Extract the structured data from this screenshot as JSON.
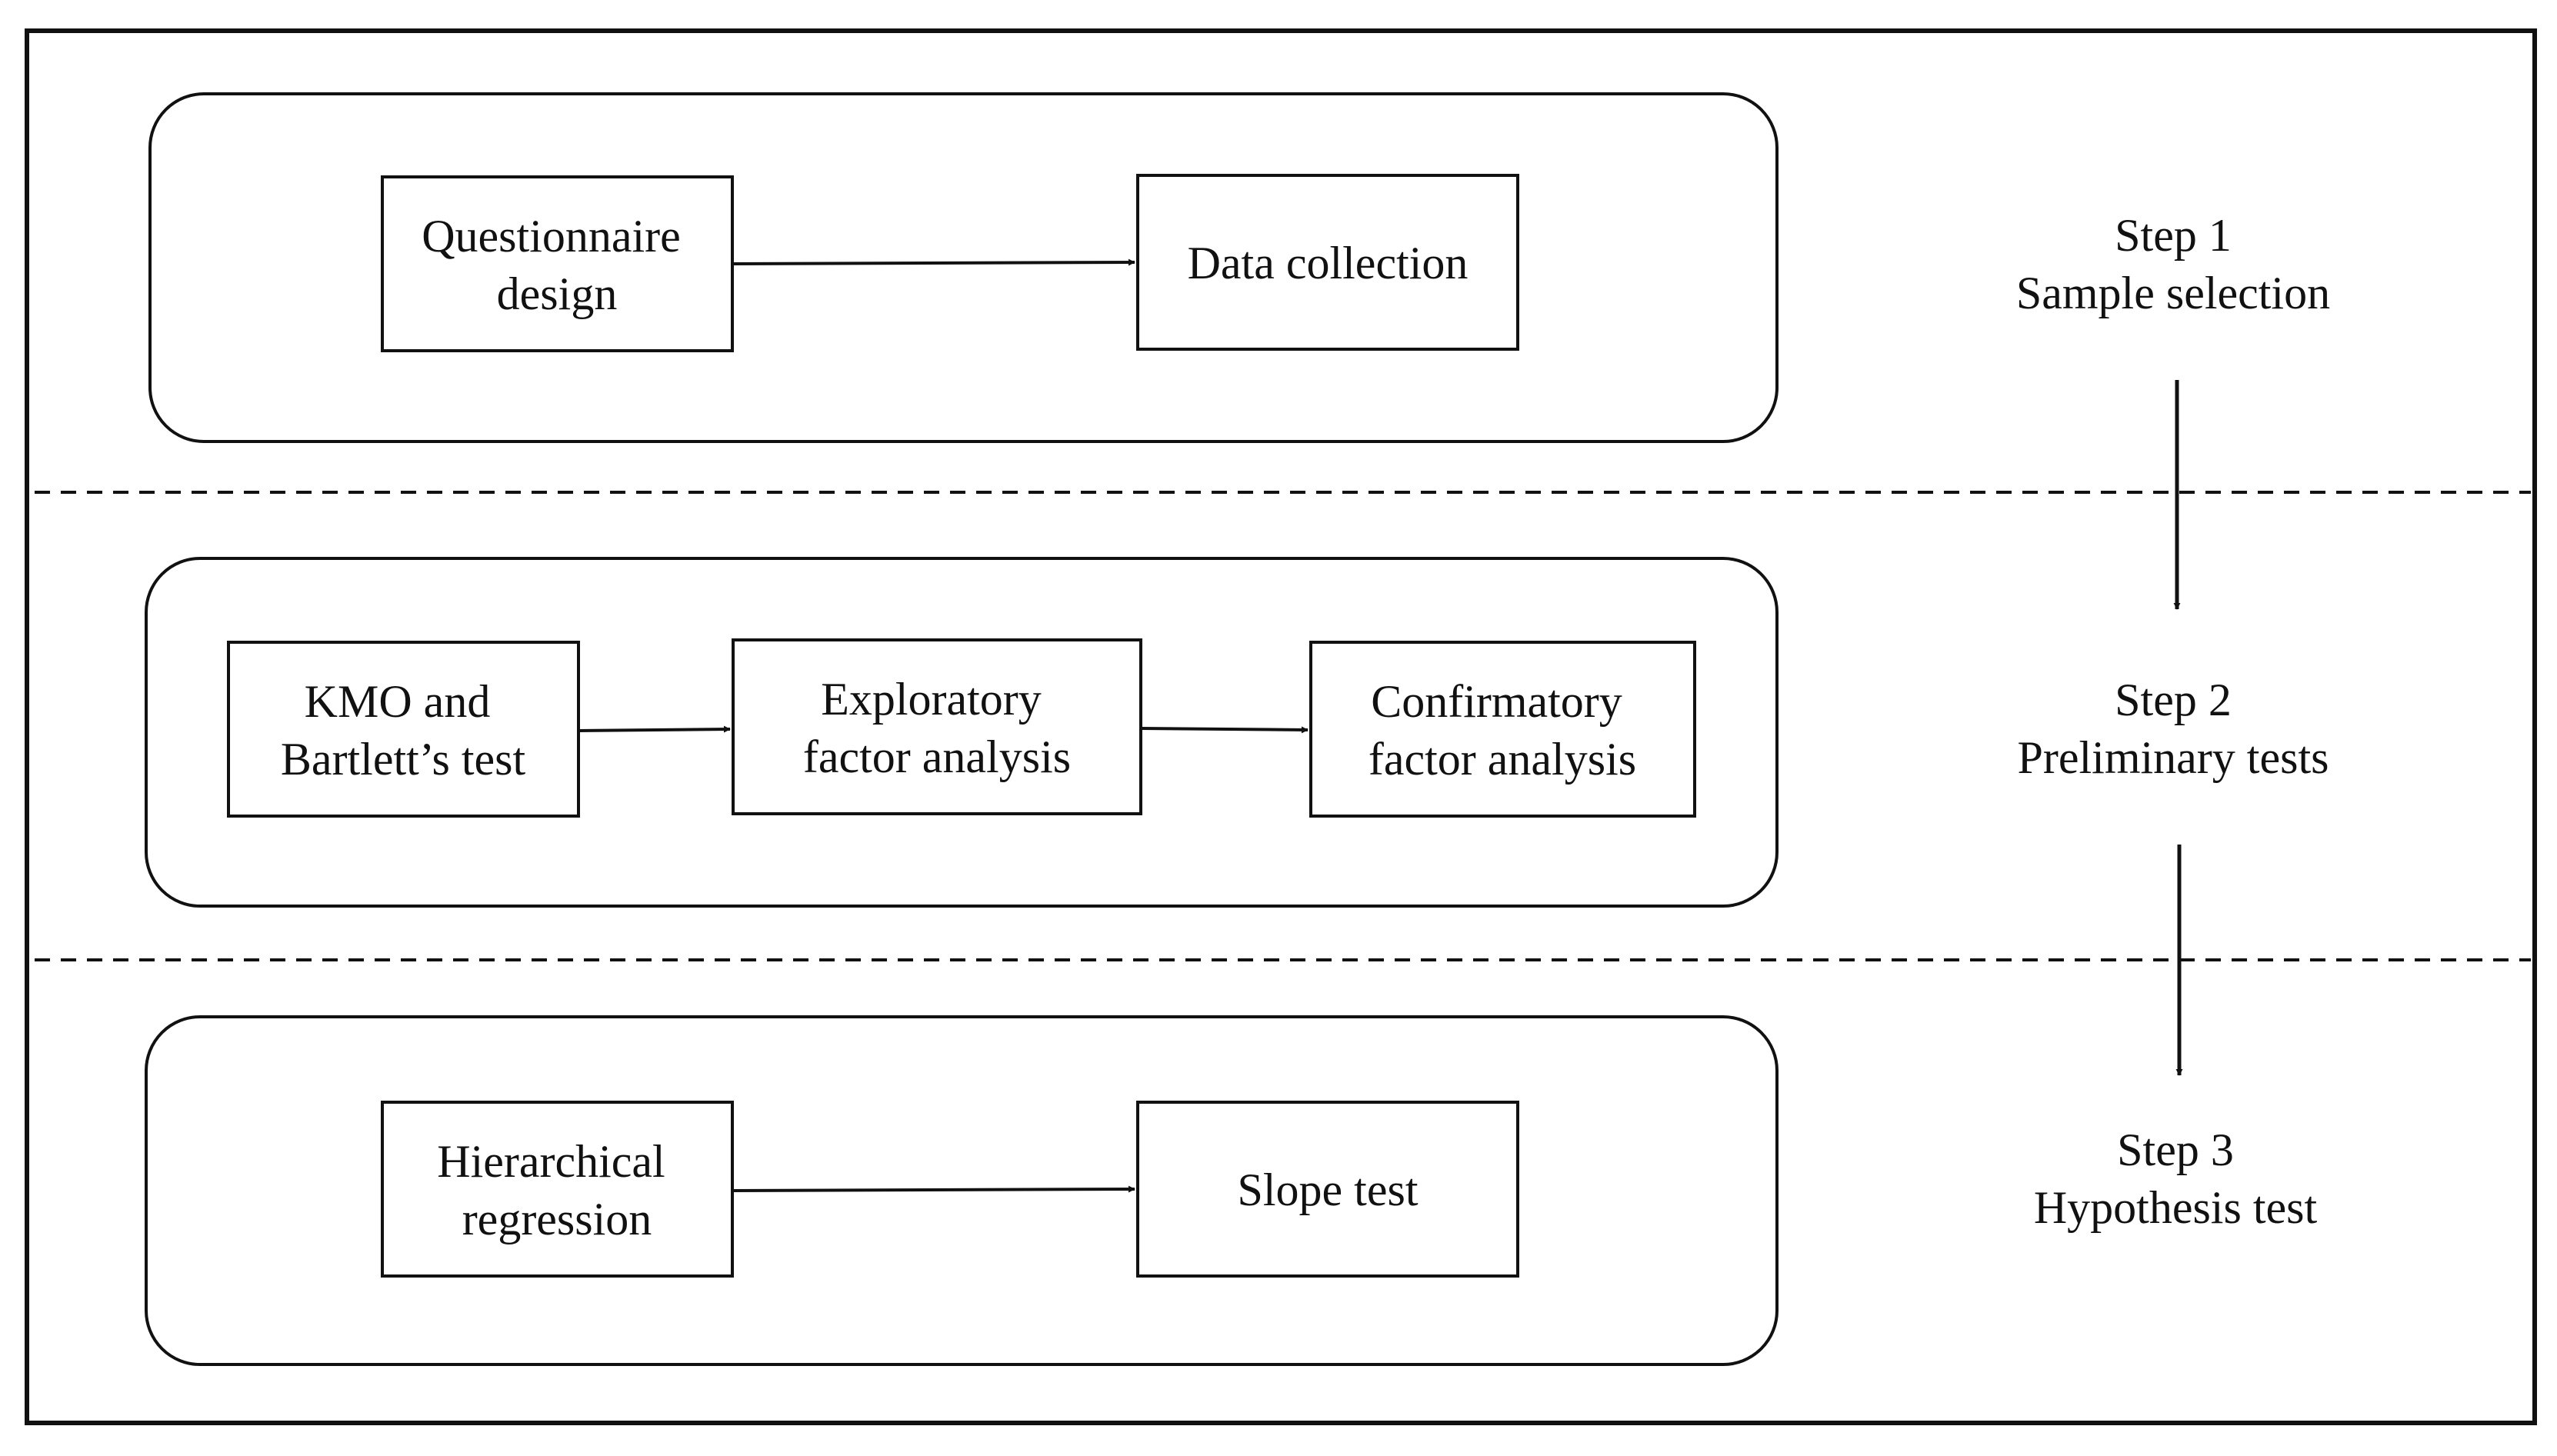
{
  "steps": [
    {
      "step_label": "Step 1",
      "step_name": "Sample selection",
      "boxes": [
        [
          "Questionnaire",
          "design"
        ],
        [
          "Data collection"
        ]
      ]
    },
    {
      "step_label": "Step 2",
      "step_name": "Preliminary tests",
      "boxes": [
        [
          "KMO and",
          "Bartlett’s test"
        ],
        [
          "Exploratory",
          "factor analysis"
        ],
        [
          "Confirmatory",
          "factor analysis"
        ]
      ]
    },
    {
      "step_label": "Step 3",
      "step_name": "Hypothesis test",
      "boxes": [
        [
          "Hierarchical",
          "regression"
        ],
        [
          "Slope test"
        ]
      ]
    }
  ],
  "colors": {
    "stroke": "#111111",
    "background": "#ffffff"
  }
}
